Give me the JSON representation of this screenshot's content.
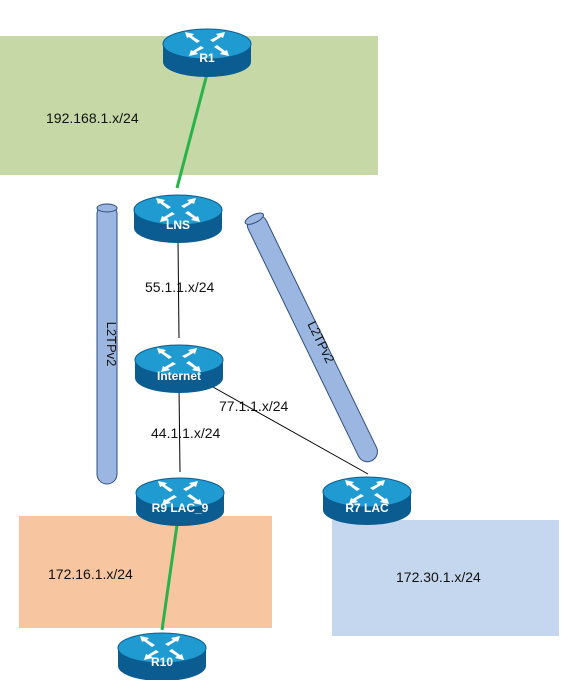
{
  "colors": {
    "region_green": "#c6d8a6",
    "region_orange": "#f7c6a0",
    "region_blue": "#c5d7ef",
    "router_top": "#1f9bd1",
    "router_side": "#0b5d91",
    "link_green": "#28b34a",
    "link_black": "#000000",
    "tunnel_fill": "#9bb6e0",
    "tunnel_stroke": "#2f4f7f"
  },
  "icons": {
    "router": "router-icon",
    "tunnel": "tunnel-pipe-icon"
  },
  "routers": [
    {
      "id": "r1",
      "label": "R1"
    },
    {
      "id": "lns",
      "label": "LNS"
    },
    {
      "id": "internet",
      "label": "Internet"
    },
    {
      "id": "r9",
      "label": "R9 LAC_9"
    },
    {
      "id": "r7",
      "label": "R7 LAC"
    },
    {
      "id": "r10",
      "label": "R10"
    }
  ],
  "subnets": {
    "lan_r1": "192.168.1.x/24",
    "lns_internet": "55.1.1.x/24",
    "internet_r7": "77.1.1.x/24",
    "internet_r9": "44.1.1.x/24",
    "lan_r9": "172.16.1.x/24",
    "lan_r7": "172.30.1.x/24"
  },
  "tunnels": [
    {
      "id": "left",
      "label": "L2TPv2"
    },
    {
      "id": "right",
      "label": "L2TPv2"
    }
  ]
}
